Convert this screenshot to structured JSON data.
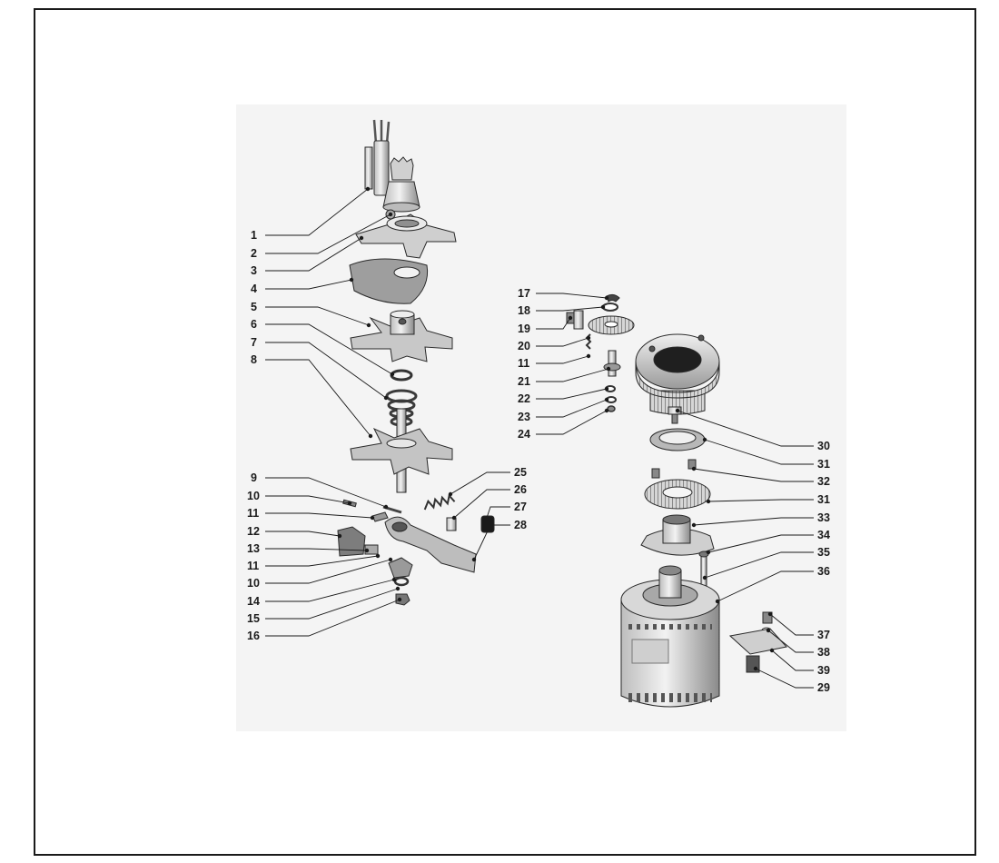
{
  "diagram": {
    "type": "exploded-parts-view",
    "callouts": [
      {
        "id": "c1",
        "label": "1"
      },
      {
        "id": "c2",
        "label": "2"
      },
      {
        "id": "c3",
        "label": "3"
      },
      {
        "id": "c4",
        "label": "4"
      },
      {
        "id": "c5",
        "label": "5"
      },
      {
        "id": "c6",
        "label": "6"
      },
      {
        "id": "c7",
        "label": "7"
      },
      {
        "id": "c8",
        "label": "8"
      },
      {
        "id": "c9",
        "label": "9"
      },
      {
        "id": "c10a",
        "label": "10"
      },
      {
        "id": "c11a",
        "label": "11"
      },
      {
        "id": "c12",
        "label": "12"
      },
      {
        "id": "c13",
        "label": "13"
      },
      {
        "id": "c11b",
        "label": "11"
      },
      {
        "id": "c10b",
        "label": "10"
      },
      {
        "id": "c14",
        "label": "14"
      },
      {
        "id": "c15",
        "label": "15"
      },
      {
        "id": "c16",
        "label": "16"
      },
      {
        "id": "c17",
        "label": "17"
      },
      {
        "id": "c18",
        "label": "18"
      },
      {
        "id": "c19",
        "label": "19"
      },
      {
        "id": "c20",
        "label": "20"
      },
      {
        "id": "c11c",
        "label": "11"
      },
      {
        "id": "c21",
        "label": "21"
      },
      {
        "id": "c22",
        "label": "22"
      },
      {
        "id": "c23",
        "label": "23"
      },
      {
        "id": "c24",
        "label": "24"
      },
      {
        "id": "c25",
        "label": "25"
      },
      {
        "id": "c26",
        "label": "26"
      },
      {
        "id": "c27",
        "label": "27"
      },
      {
        "id": "c28",
        "label": "28"
      },
      {
        "id": "c30",
        "label": "30"
      },
      {
        "id": "c31a",
        "label": "31"
      },
      {
        "id": "c32",
        "label": "32"
      },
      {
        "id": "c31b",
        "label": "31"
      },
      {
        "id": "c33",
        "label": "33"
      },
      {
        "id": "c34",
        "label": "34"
      },
      {
        "id": "c35",
        "label": "35"
      },
      {
        "id": "c36",
        "label": "36"
      },
      {
        "id": "c37",
        "label": "37"
      },
      {
        "id": "c38",
        "label": "38"
      },
      {
        "id": "c39",
        "label": "39"
      },
      {
        "id": "c29",
        "label": "29"
      }
    ]
  }
}
